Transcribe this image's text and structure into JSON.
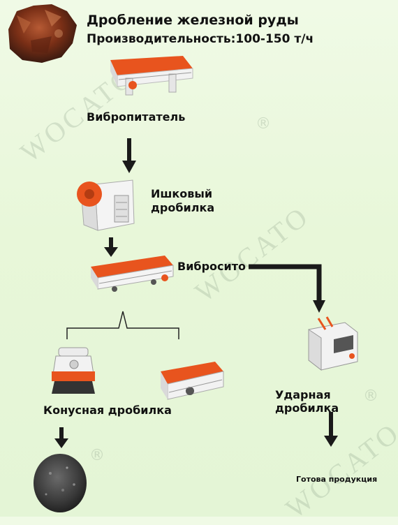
{
  "title": {
    "line1": "Дробление железной руды",
    "line2": "Производительность:100-150 т/ч"
  },
  "nodes": {
    "feeder": "Вибропитатель",
    "jaw_line1": "Ишковый",
    "jaw_line2": "дробилка",
    "screen": "Вибросито",
    "cone": "Конусная дробилка",
    "impact": "Ударная дробилка",
    "product": "Готова продукция"
  },
  "watermark": {
    "brand": "WOCATO",
    "mark": "®"
  },
  "colors": {
    "machine_orange": "#e8541e",
    "arrow": "#1a1a1a",
    "ore": "#8a3a1c"
  }
}
